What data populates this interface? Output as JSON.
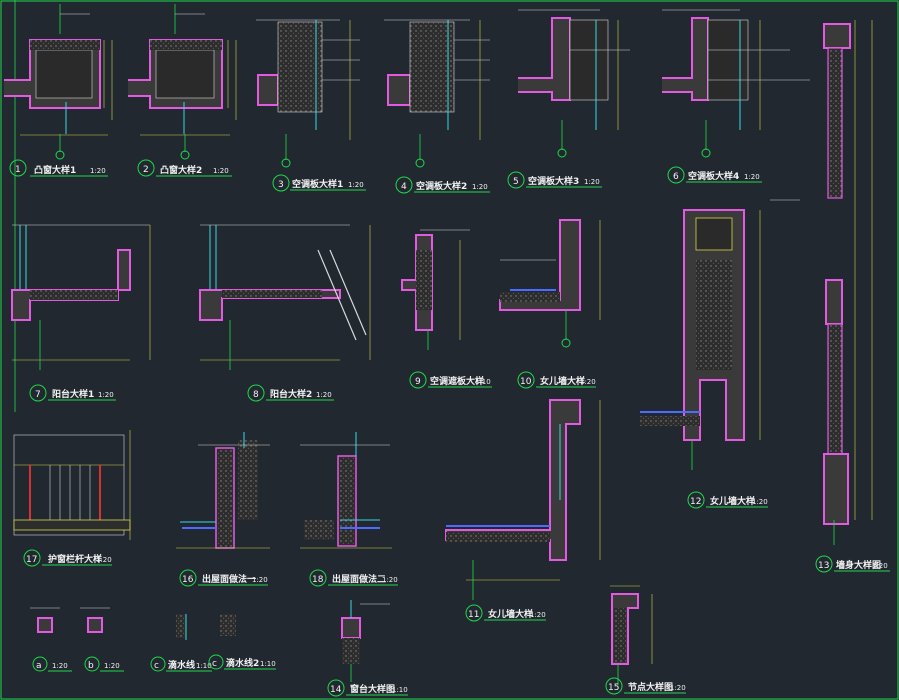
{
  "sheet": {
    "background": "#212830",
    "colors": {
      "frame": "#21d84a",
      "wall_outline": "#e25ae0",
      "text": "#f2f2f2",
      "dimension": "#d9d34a",
      "window": "#3ad8e0",
      "railing": "#d83030",
      "waterproof": "#4a6cff"
    }
  },
  "details": [
    {
      "id": "d1",
      "number": "1",
      "title": "凸窗大样1",
      "scale": "1:20"
    },
    {
      "id": "d2",
      "number": "2",
      "title": "凸窗大样2",
      "scale": "1:20"
    },
    {
      "id": "d3",
      "number": "3",
      "title": "空调板大样1",
      "scale": "1:20"
    },
    {
      "id": "d4",
      "number": "4",
      "title": "空调板大样2",
      "scale": "1:20"
    },
    {
      "id": "d5",
      "number": "5",
      "title": "空调板大样3",
      "scale": "1:20"
    },
    {
      "id": "d6",
      "number": "6",
      "title": "空调板大样4",
      "scale": "1:20"
    },
    {
      "id": "d7",
      "number": "7",
      "title": "阳台大样1",
      "scale": "1:20"
    },
    {
      "id": "d8",
      "number": "8",
      "title": "阳台大样2",
      "scale": "1:20"
    },
    {
      "id": "d9",
      "number": "9",
      "title": "空调遮板大样",
      "scale": "1:10"
    },
    {
      "id": "d10",
      "number": "10",
      "title": "女儿墙大样",
      "scale": "1:20"
    },
    {
      "id": "d11",
      "number": "11",
      "title": "女儿墙大样",
      "scale": "1:20"
    },
    {
      "id": "d12",
      "number": "12",
      "title": "女儿墙大样",
      "scale": "1:20"
    },
    {
      "id": "d13",
      "number": "13",
      "title": "墙身大样图",
      "scale": "1:20"
    },
    {
      "id": "d14",
      "number": "14",
      "title": "窗台大样图",
      "scale": "1:10"
    },
    {
      "id": "d15",
      "number": "15",
      "title": "节点大样图",
      "scale": "1:20"
    },
    {
      "id": "d16",
      "number": "16",
      "title": "出屋面做法一",
      "scale": "1:20"
    },
    {
      "id": "d17",
      "number": "17",
      "title": "护窗栏杆大样",
      "scale": "1:20"
    },
    {
      "id": "d18",
      "number": "18",
      "title": "出屋面做法二",
      "scale": "1:20"
    }
  ],
  "small_details": [
    {
      "id": "a",
      "letter": "a",
      "scale": "1:20"
    },
    {
      "id": "b",
      "letter": "b",
      "scale": "1:20"
    },
    {
      "id": "c",
      "letter": "c",
      "title": "滴水线",
      "scale": "1:10"
    },
    {
      "id": "e",
      "letter": "c",
      "title": "滴水线2",
      "scale": "1:10"
    }
  ]
}
